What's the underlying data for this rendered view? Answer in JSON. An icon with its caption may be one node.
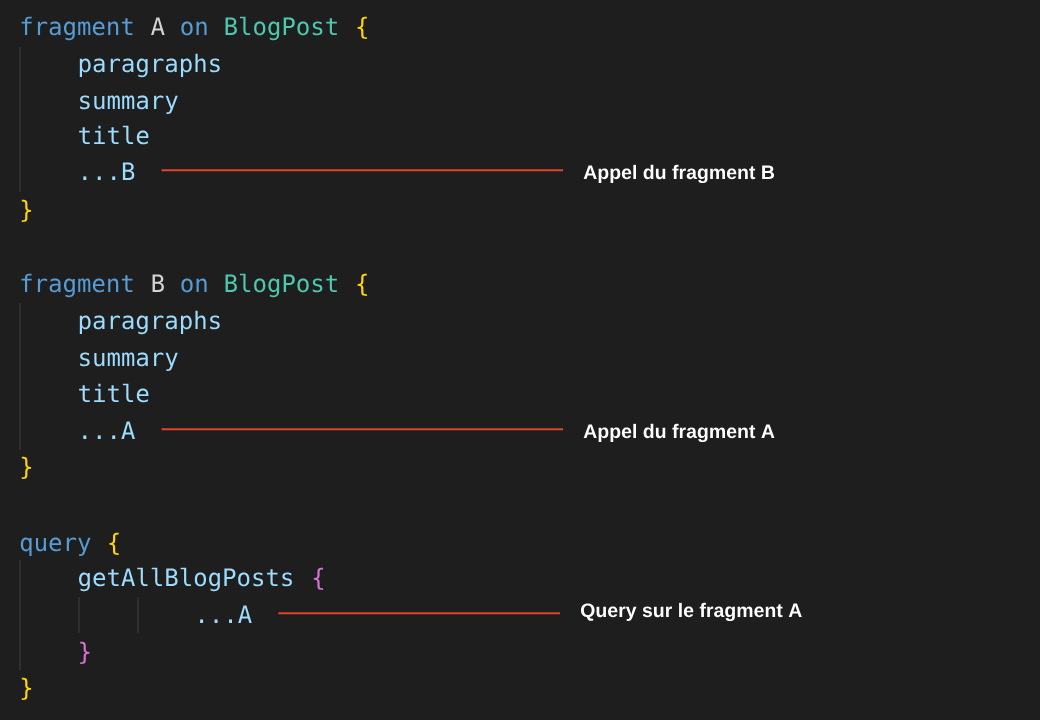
{
  "diagram": {
    "nodes": [
      {
        "text": [
          "...B"
        ]
      },
      {
        "text": [
          "Appel du fragment B"
        ]
      },
      {
        "text": [
          "...A"
        ]
      },
      {
        "text": [
          "Appel du fragment A"
        ]
      },
      {
        "text": [
          "...A"
        ]
      },
      {
        "text": [
          "Query sur le fragment A"
        ]
      }
    ],
    "edges": [
      {
        "from": 0,
        "to": 1,
        "arrow": "none"
      },
      {
        "from": 2,
        "to": 3,
        "arrow": "none"
      },
      {
        "from": 4,
        "to": 5,
        "arrow": "none"
      }
    ],
    "labels": [
      "fragment",
      "A",
      "on",
      "BlogPost",
      "{",
      "paragraphs",
      "summary",
      "title",
      "}",
      "fragment",
      "B",
      "on",
      "BlogPost",
      "{",
      "paragraphs",
      "summary",
      "title",
      "}",
      "query",
      "{",
      "getAllBlogPosts",
      "{",
      "}",
      "}"
    ]
  }
}
